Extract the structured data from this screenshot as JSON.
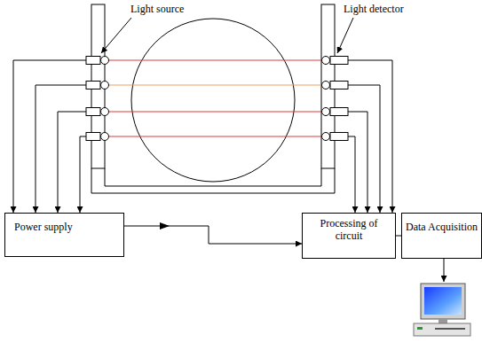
{
  "diagram": {
    "nodes": [
      {
        "text": [
          "Power supply"
        ]
      },
      {
        "text": [
          "Processing of circuit"
        ]
      },
      {
        "text": [
          "Data Acquisition"
        ]
      }
    ],
    "edges": [
      {
        "from": 0,
        "to": 1,
        "arrow": "to"
      },
      {
        "from": 1,
        "to": 2,
        "arrow": "none"
      }
    ],
    "labels": [
      "Light source",
      "Light detector"
    ]
  }
}
